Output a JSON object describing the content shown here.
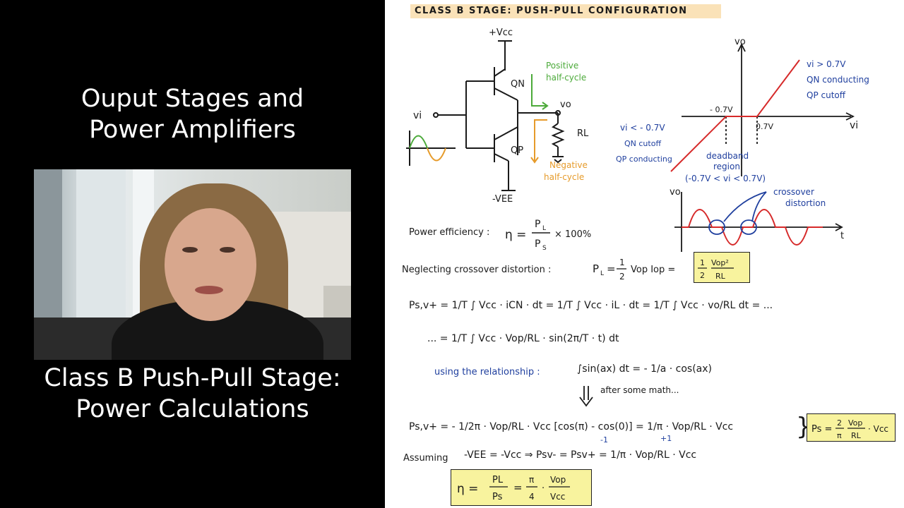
{
  "titles": {
    "top": [
      "Ouput Stages and",
      "Power Amplifiers"
    ],
    "bottom": [
      "Class B Push-Pull Stage:",
      "Power Calculations"
    ]
  },
  "notes": {
    "heading": "CLASS B STAGE: PUSH-PULL CONFIGURATION",
    "circuit": {
      "vcc": "+Vcc",
      "vee": "-VEE",
      "vi": "vi",
      "vo": "vo",
      "qn": "QN",
      "qp": "QP",
      "rl": "RL",
      "positive": [
        "Positive",
        "half-cycle"
      ],
      "negative": [
        "Negative",
        "half-cycle"
      ]
    },
    "transfer": {
      "vo_axis": "vo",
      "vi_axis": "vi",
      "neg07": "- 0.7V",
      "pos07": "0.7V",
      "right_notes": [
        "vi > 0.7V",
        "QN conducting",
        "QP cutoff"
      ],
      "left_notes": [
        "vi < - 0.7V",
        "QN cutoff",
        "QP conducting"
      ],
      "deadband": [
        "deadband",
        "region"
      ],
      "range": "(-0.7V < vi < 0.7V)"
    },
    "wave": {
      "vo_axis": "vo",
      "t_axis": "t",
      "crossover": [
        "crossover",
        "distortion"
      ]
    },
    "eq": {
      "efficiency_label": "Power efficiency :",
      "neglecting": "Neglecting crossover distortion :",
      "ps_line1": "Ps,v+ = 1/T ∫ Vcc · iCN · dt = 1/T ∫ Vcc · iL · dt = 1/T ∫ Vcc · vo/RL dt = ...",
      "ps_line2": "... = 1/T ∫ Vcc · Vop/RL · sin(2π/T · t) dt",
      "using": "using the relationship :",
      "relationship": "∫sin(ax) dt = - 1/a · cos(ax)",
      "after": "after some math...",
      "result_line": "Ps,v+ = - 1/2π · Vop/RL · Vcc [cos(π) - cos(0)] = 1/π · Vop/RL · Vcc",
      "minus_one": "-1",
      "plus_one": "+1",
      "assuming": "Assuming",
      "assuming_eq": "-VEE = -Vcc ⇒ Psv- = Psv+ = 1/π · Vop/RL · Vcc"
    }
  },
  "colors": {
    "ink": "#1a1a1a",
    "blue": "#1f3f9e",
    "red": "#d62a2a",
    "green": "#4caa3a",
    "orange": "#e69b2b",
    "highlight": "#f8f39e"
  }
}
